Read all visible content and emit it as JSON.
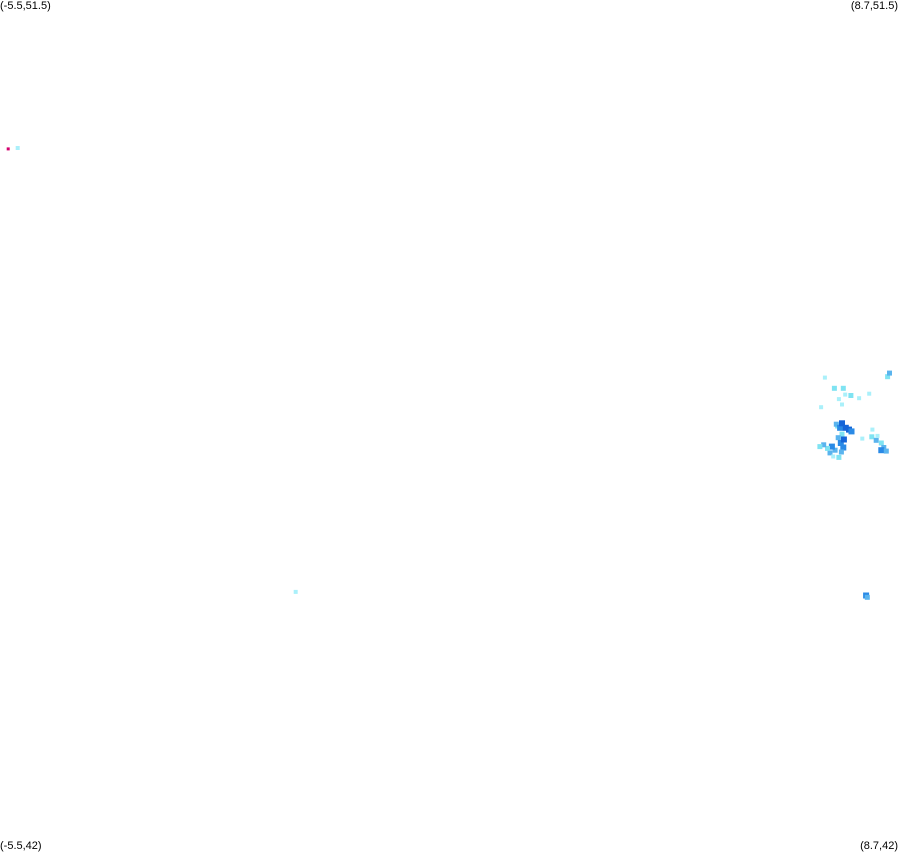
{
  "map": {
    "corners": {
      "top_left": "(-5.5,51.5)",
      "top_right": "(8.7,51.5)",
      "bottom_left": "(-5.5,42)",
      "bottom_right": "(8.7,42)"
    },
    "bounds": {
      "lon_min": -5.5,
      "lon_max": 8.7,
      "lat_min": 42,
      "lat_max": 51.5
    },
    "intensity_colors": {
      "light": "#aaf0fa",
      "pale": "#7fe3f2",
      "medium": "#5ab4ee",
      "strong": "#2a8ae6",
      "heavy": "#1565d8",
      "extreme": "#d4006e"
    },
    "echoes": [
      {
        "lon": -5.37,
        "lat": 49.84,
        "level": "extreme"
      },
      {
        "lon": -5.22,
        "lat": 49.85,
        "level": "light"
      },
      {
        "lon": -0.83,
        "lat": 44.9,
        "level": "light"
      },
      {
        "lon": 7.47,
        "lat": 46.96,
        "level": "light"
      },
      {
        "lon": 7.53,
        "lat": 47.29,
        "level": "light"
      },
      {
        "lon": 7.68,
        "lat": 47.17,
        "level": "pale"
      },
      {
        "lon": 7.75,
        "lat": 47.05,
        "level": "light"
      },
      {
        "lon": 7.82,
        "lat": 47.17,
        "level": "pale"
      },
      {
        "lon": 7.85,
        "lat": 47.1,
        "level": "light"
      },
      {
        "lon": 7.94,
        "lat": 47.09,
        "level": "pale"
      },
      {
        "lon": 8.07,
        "lat": 47.06,
        "level": "light"
      },
      {
        "lon": 8.23,
        "lat": 47.11,
        "level": "light"
      },
      {
        "lon": 8.52,
        "lat": 47.3,
        "level": "pale"
      },
      {
        "lon": 8.55,
        "lat": 47.34,
        "level": "medium"
      },
      {
        "lon": 7.8,
        "lat": 46.99,
        "level": "light"
      },
      {
        "lon": 7.73,
        "lat": 46.75,
        "level": "pale"
      },
      {
        "lon": 7.71,
        "lat": 46.77,
        "level": "medium"
      },
      {
        "lon": 7.77,
        "lat": 46.73,
        "level": "strong"
      },
      {
        "lon": 7.8,
        "lat": 46.78,
        "level": "heavy"
      },
      {
        "lon": 7.86,
        "lat": 46.73,
        "level": "heavy"
      },
      {
        "lon": 7.91,
        "lat": 46.71,
        "level": "heavy"
      },
      {
        "lon": 7.95,
        "lat": 46.69,
        "level": "strong"
      },
      {
        "lon": 7.8,
        "lat": 46.66,
        "level": "pale"
      },
      {
        "lon": 7.74,
        "lat": 46.62,
        "level": "medium"
      },
      {
        "lon": 7.78,
        "lat": 46.56,
        "level": "strong"
      },
      {
        "lon": 7.82,
        "lat": 46.51,
        "level": "strong"
      },
      {
        "lon": 7.83,
        "lat": 46.6,
        "level": "heavy"
      },
      {
        "lon": 7.79,
        "lat": 46.46,
        "level": "medium"
      },
      {
        "lon": 7.75,
        "lat": 46.4,
        "level": "pale"
      },
      {
        "lon": 7.69,
        "lat": 46.48,
        "level": "medium"
      },
      {
        "lon": 7.64,
        "lat": 46.52,
        "level": "strong"
      },
      {
        "lon": 7.61,
        "lat": 46.45,
        "level": "medium"
      },
      {
        "lon": 7.57,
        "lat": 46.5,
        "level": "pale"
      },
      {
        "lon": 7.51,
        "lat": 46.54,
        "level": "medium"
      },
      {
        "lon": 7.45,
        "lat": 46.52,
        "level": "pale"
      },
      {
        "lon": 7.66,
        "lat": 46.41,
        "level": "light"
      },
      {
        "lon": 8.12,
        "lat": 46.61,
        "level": "light"
      },
      {
        "lon": 8.28,
        "lat": 46.71,
        "level": "light"
      },
      {
        "lon": 8.27,
        "lat": 46.63,
        "level": "pale"
      },
      {
        "lon": 8.34,
        "lat": 46.59,
        "level": "medium"
      },
      {
        "lon": 8.42,
        "lat": 46.56,
        "level": "pale"
      },
      {
        "lon": 8.46,
        "lat": 46.51,
        "level": "medium"
      },
      {
        "lon": 8.42,
        "lat": 46.48,
        "level": "strong"
      },
      {
        "lon": 8.5,
        "lat": 46.47,
        "level": "medium"
      },
      {
        "lon": 8.36,
        "lat": 46.64,
        "level": "light"
      },
      {
        "lon": 8.18,
        "lat": 44.86,
        "level": "strong"
      },
      {
        "lon": 8.2,
        "lat": 44.84,
        "level": "medium"
      }
    ]
  }
}
